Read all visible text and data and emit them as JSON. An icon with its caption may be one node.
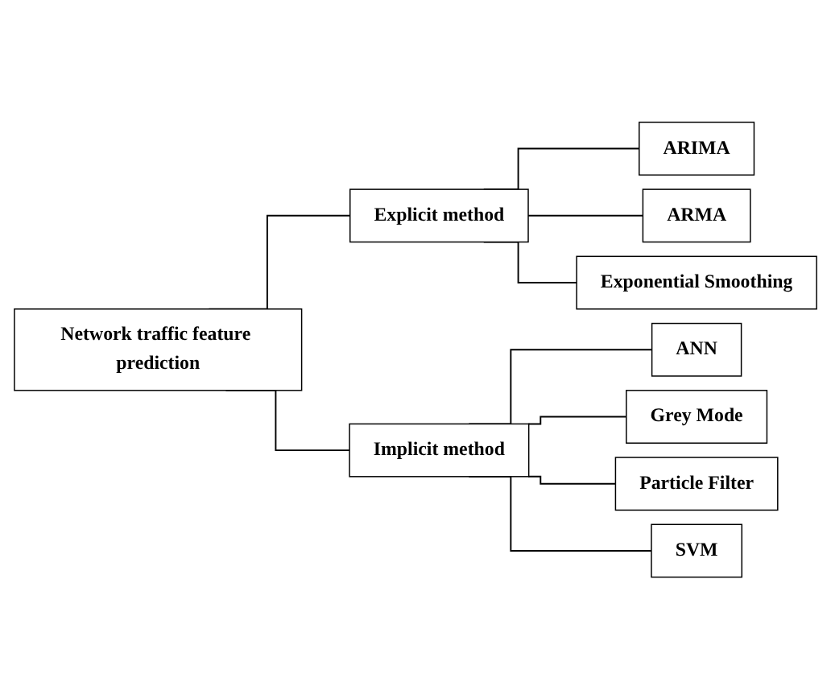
{
  "diagram": {
    "nodes": [
      {
        "text": [
          "Network traffic feature prediction"
        ]
      },
      {
        "text": [
          "Explicit method"
        ]
      },
      {
        "text": [
          "Implicit method"
        ]
      },
      {
        "text": [
          "ARIMA"
        ]
      },
      {
        "text": [
          "ARMA"
        ]
      },
      {
        "text": [
          "Exponential Smoothing"
        ]
      },
      {
        "text": [
          "ANN"
        ]
      },
      {
        "text": [
          "Grey Mode"
        ]
      },
      {
        "text": [
          "Particle Filter"
        ]
      },
      {
        "text": [
          "SVM"
        ]
      }
    ],
    "edges": [
      {
        "from": 0,
        "to": 1,
        "arrow": "none"
      },
      {
        "from": 0,
        "to": 2,
        "arrow": "none"
      },
      {
        "from": 1,
        "to": 3,
        "arrow": "none"
      },
      {
        "from": 1,
        "to": 4,
        "arrow": "none"
      },
      {
        "from": 1,
        "to": 5,
        "arrow": "none"
      },
      {
        "from": 2,
        "to": 6,
        "arrow": "none"
      },
      {
        "from": 2,
        "to": 7,
        "arrow": "none"
      },
      {
        "from": 2,
        "to": 8,
        "arrow": "none"
      },
      {
        "from": 2,
        "to": 9,
        "arrow": "none"
      }
    ]
  }
}
